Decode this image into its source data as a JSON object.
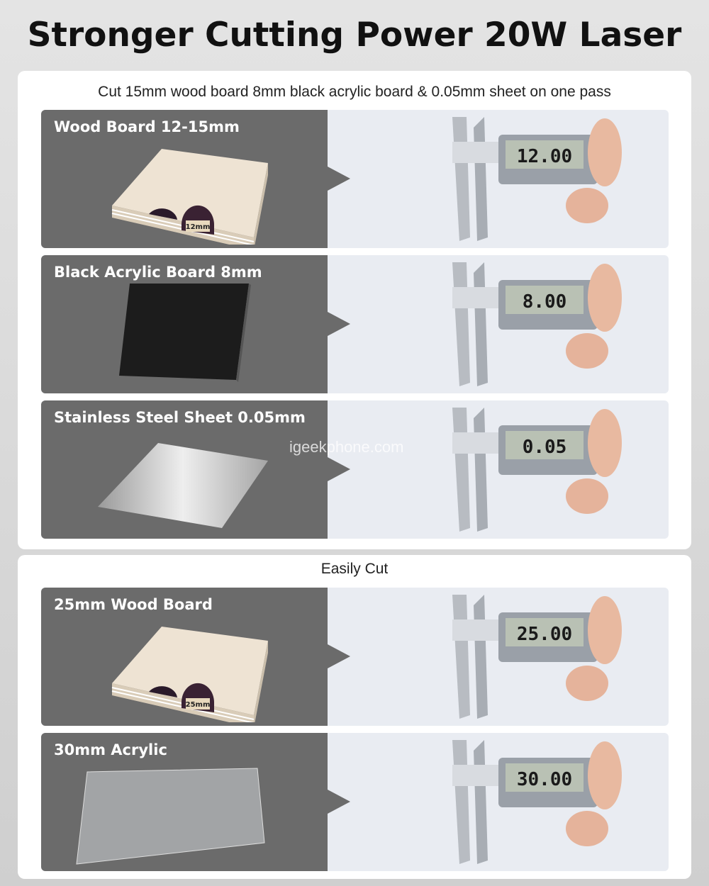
{
  "title": "Stronger Cutting Power 20W Laser",
  "section1": {
    "subtitle": "Cut 15mm wood board 8mm black acrylic board & 0.05mm sheet on one pass",
    "rows": [
      {
        "label": "Wood Board  12-15mm",
        "reading": "12.00",
        "piece_label": "12mm",
        "material": "wood"
      },
      {
        "label": "Black Acrylic Board 8mm",
        "reading": "8.00",
        "material": "black-acrylic"
      },
      {
        "label": "Stainless Steel Sheet  0.05mm",
        "reading": "0.05",
        "material": "steel"
      }
    ]
  },
  "section2": {
    "subtitle": "Easily Cut",
    "rows": [
      {
        "label": "25mm Wood Board",
        "reading": "25.00",
        "piece_label": "25mm",
        "material": "wood"
      },
      {
        "label": "30mm Acrylic",
        "reading": "30.00",
        "material": "clear-acrylic"
      }
    ]
  },
  "watermark": "igeekphone.com",
  "colors": {
    "panel_dark": "#6b6b6b",
    "panel_light": "#e9ecf2"
  }
}
